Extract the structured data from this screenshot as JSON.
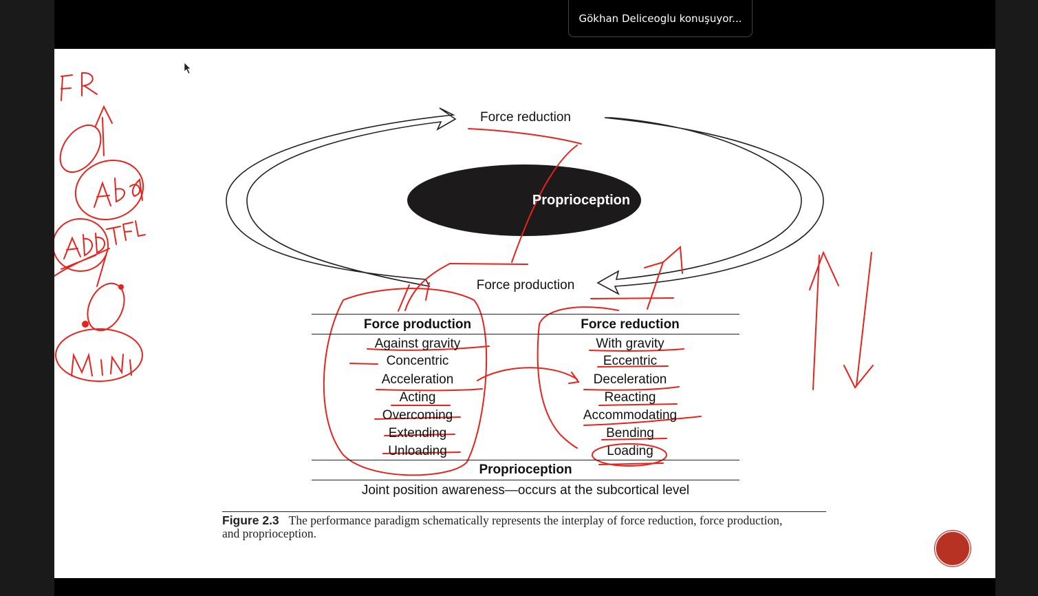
{
  "speaker_indicator": "Gökhan Deliceoglu konuşuyor...",
  "slide": {
    "diagram": {
      "top_label": "Force reduction",
      "center_label": "Proprioception",
      "bottom_label": "Force production"
    },
    "table": {
      "col1_header": "Force production",
      "col2_header": "Force reduction",
      "col1": [
        "Against gravity",
        "Concentric",
        "Acceleration",
        "Acting",
        "Overcoming",
        "Extending",
        "Unloading"
      ],
      "col2": [
        "With gravity",
        "Eccentric",
        "Deceleration",
        "Reacting",
        "Accommodating",
        "Bending",
        "Loading"
      ],
      "footer_header": "Proprioception",
      "footer_text": "Joint position awareness—occurs at the subcortical level"
    },
    "caption": {
      "label": "Figure 2.3",
      "text": "The performance paradigm schematically represents the interplay of force reduction, force production, and proprioception."
    },
    "annotation_color": "#e8221b"
  }
}
